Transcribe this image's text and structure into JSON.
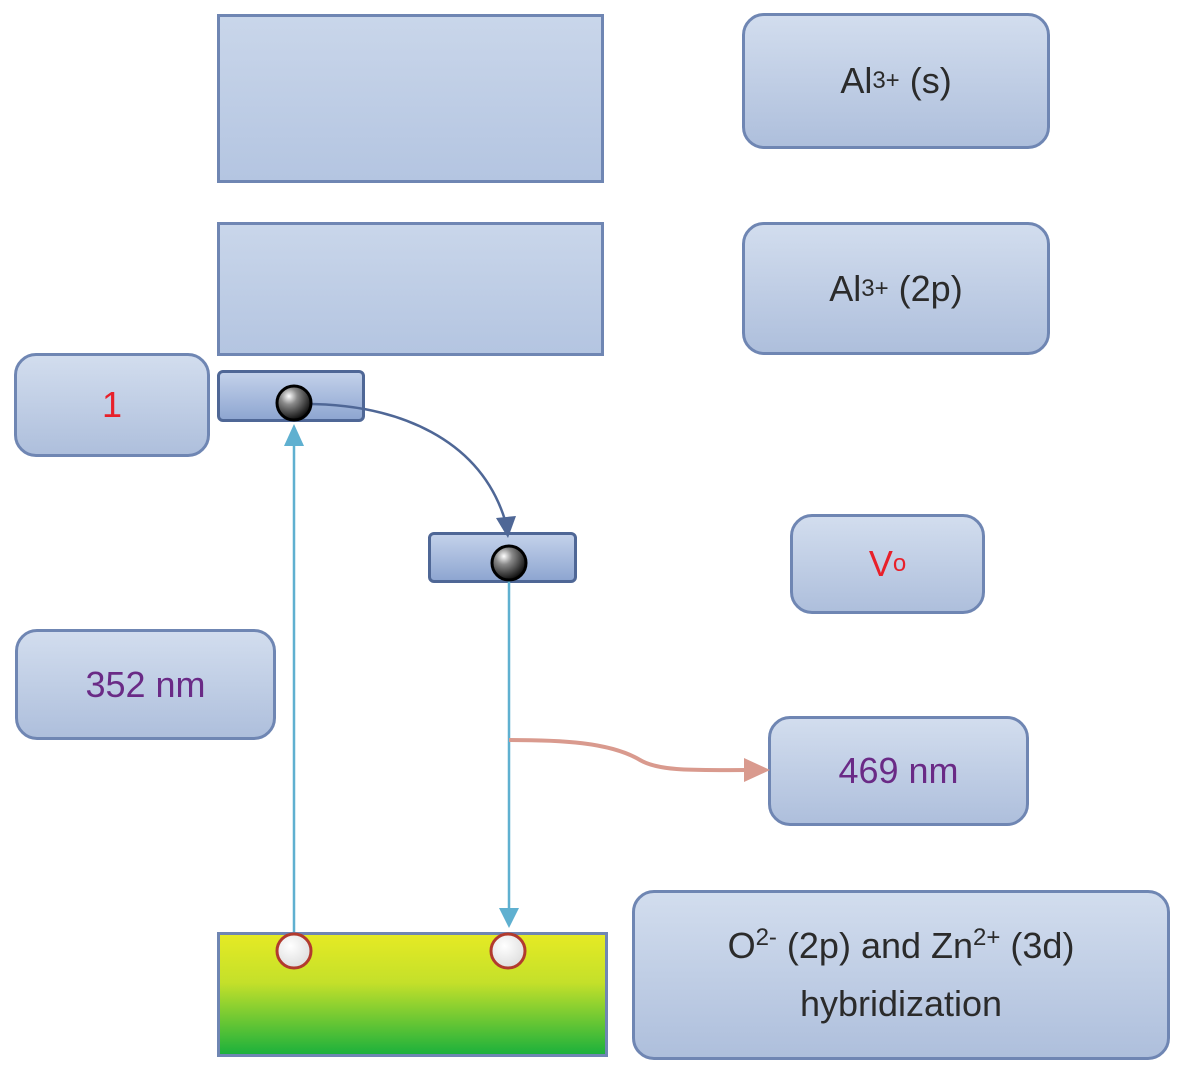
{
  "labels": {
    "al_s": {
      "base": "Al",
      "sup": "3+",
      "suffix": " (s)"
    },
    "al_2p": {
      "base": "Al",
      "sup": "3+",
      "suffix": " (2p)"
    },
    "level1": "1",
    "vo": {
      "base": "V",
      "sub": "o"
    },
    "excitation": "352 nm",
    "emission": "469 nm",
    "valence": {
      "o_base": "O",
      "o_sup": "2-",
      "o_suffix": " (2p) and Zn",
      "zn_sup": "2+",
      "zn_suffix": " (3d)",
      "line2": "hybridization"
    }
  },
  "colors": {
    "band_border": "#6f86b3",
    "red_text": "#e8202a",
    "purple_text": "#6a2a86",
    "vertical_arrow": "#5fb0d0",
    "transfer_arrow": "#4f6796",
    "emission_arrow": "#d99a8e"
  }
}
